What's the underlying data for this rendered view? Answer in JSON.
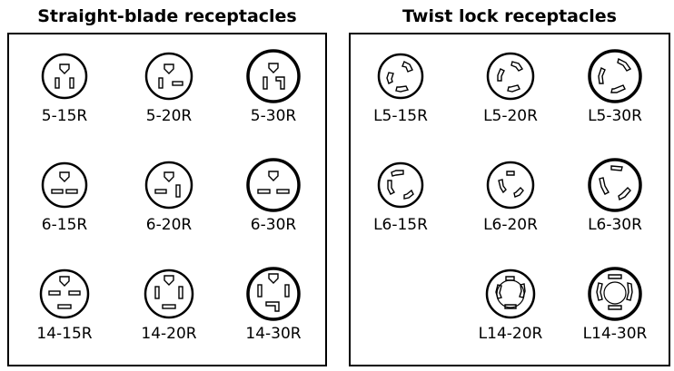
{
  "straight": {
    "title": "Straight-blade receptacles",
    "items": [
      {
        "label": "5-15R"
      },
      {
        "label": "5-20R"
      },
      {
        "label": "5-30R"
      },
      {
        "label": "6-15R"
      },
      {
        "label": "6-20R"
      },
      {
        "label": "6-30R"
      },
      {
        "label": "14-15R"
      },
      {
        "label": "14-20R"
      },
      {
        "label": "14-30R"
      }
    ]
  },
  "twist": {
    "title": "Twist lock receptacles",
    "items": [
      {
        "label": "L5-15R"
      },
      {
        "label": "L5-20R"
      },
      {
        "label": "L5-30R"
      },
      {
        "label": "L6-15R"
      },
      {
        "label": "L6-20R"
      },
      {
        "label": "L6-30R"
      },
      {
        "label": "L14-20R"
      },
      {
        "label": "L14-30R"
      }
    ]
  }
}
